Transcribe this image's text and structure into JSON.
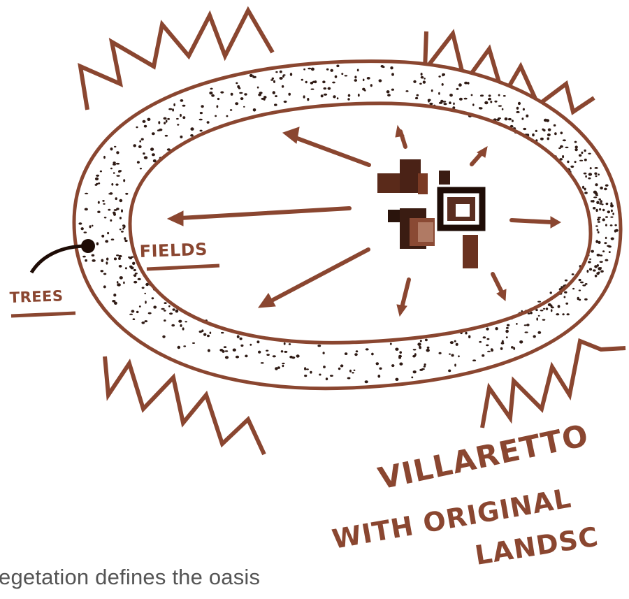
{
  "colors": {
    "ink": "#8a4630",
    "ink_dark": "#3a1c12",
    "dots": "#2e1a14",
    "caption": "#555555"
  },
  "labels": {
    "trees": "TREES",
    "fields": "FIELDS",
    "title_line1": "VILLARETTO",
    "title_line2": "WITH ORIGINAL",
    "title_line3": "LANDSC"
  },
  "caption": "egetation defines the oasis"
}
